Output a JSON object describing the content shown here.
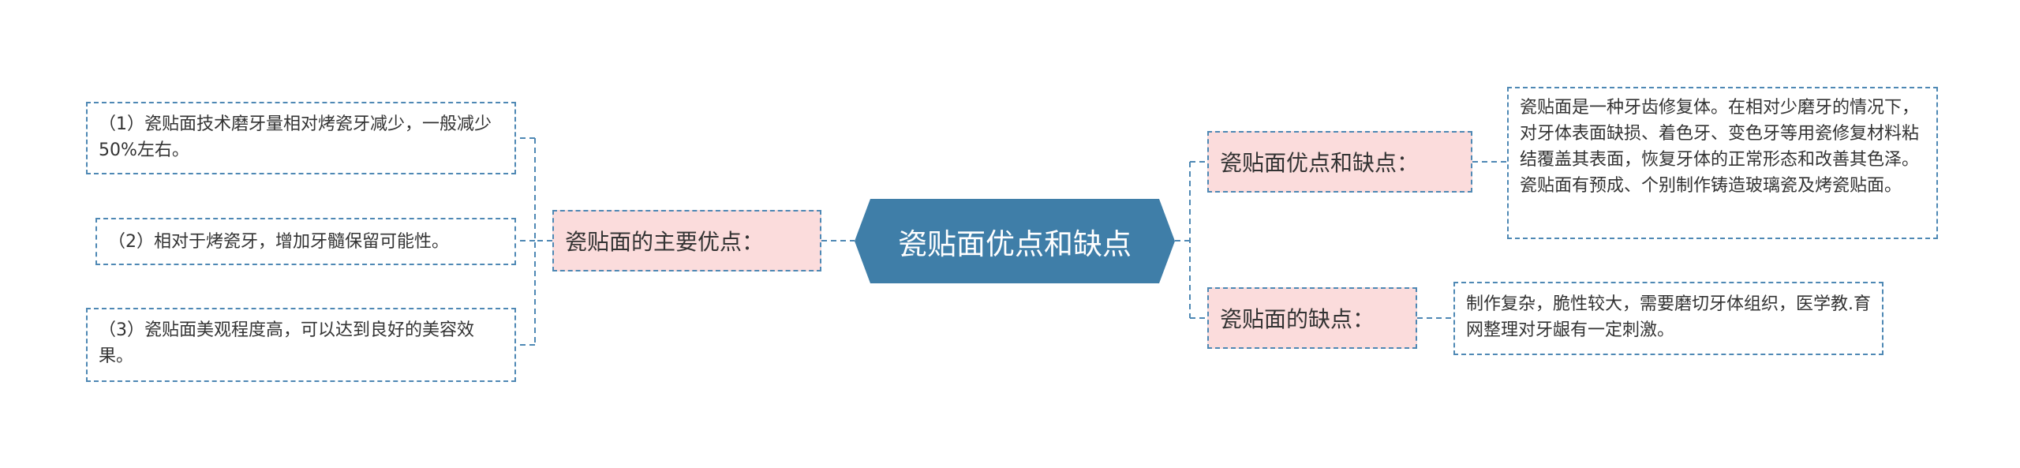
{
  "mindmap": {
    "root": "瓷贴面优点和缺点",
    "left": {
      "branch": "瓷贴面的主要优点：",
      "leaves": [
        "（1）瓷贴面技术磨牙量相对烤瓷牙减少，一般减少50%左右。",
        "（2）相对于烤瓷牙，增加牙髓保留可能性。",
        "（3）瓷贴面美观程度高，可以达到良好的美容效果。"
      ]
    },
    "right": [
      {
        "branch": "瓷贴面优点和缺点：",
        "leaf": "瓷贴面是一种牙齿修复体。在相对少磨牙的情况下，对牙体表面缺损、着色牙、变色牙等用瓷修复材料粘结覆盖其表面，恢复牙体的正常形态和改善其色泽。瓷贴面有预成、个别制作铸造玻璃瓷及烤瓷贴面。"
      },
      {
        "branch": "瓷贴面的缺点：",
        "leaf": "制作复杂，脆性较大，需要磨切牙体组织，医学教.育网整理对牙龈有一定刺激。"
      }
    ]
  },
  "colors": {
    "root_fill": "#3f7ea8",
    "branch_fill": "#fbdcdc",
    "border": "#4e88b4",
    "text": "#333333"
  }
}
